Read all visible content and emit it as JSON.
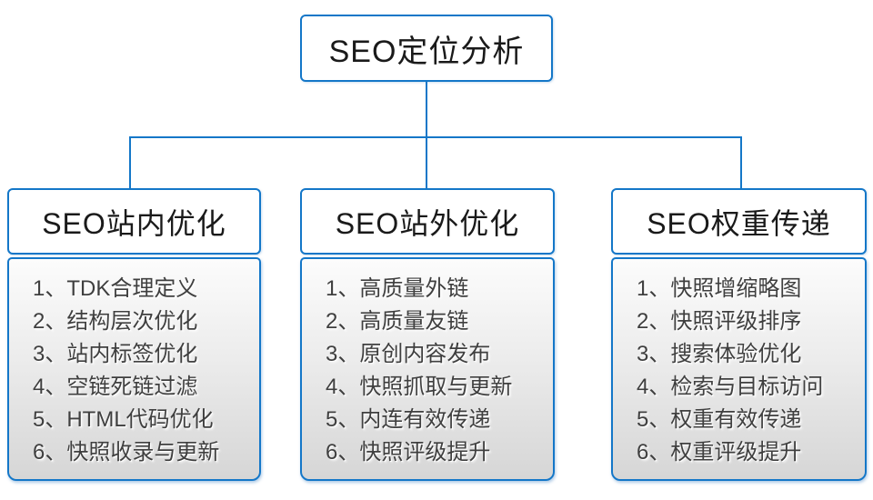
{
  "colors": {
    "line": "#1477c8",
    "title_text": "#1a1a1a",
    "item_text": "#3f3f3f"
  },
  "diagram": {
    "root": {
      "label": "SEO定位分析"
    },
    "columns": [
      {
        "title": "SEO站内优化",
        "items": [
          "1、TDK合理定义",
          "2、结构层次优化",
          "3、站内标签优化",
          "4、空链死链过滤",
          "5、HTML代码优化",
          "6、快照收录与更新"
        ]
      },
      {
        "title": "SEO站外优化",
        "items": [
          "1、高质量外链",
          "2、高质量友链",
          "3、原创内容发布",
          "4、快照抓取与更新",
          "5、内连有效传递",
          "6、快照评级提升"
        ]
      },
      {
        "title": "SEO权重传递",
        "items": [
          "1、快照增缩略图",
          "2、快照评级排序",
          "3、搜索体验优化",
          "4、检索与目标访问",
          "5、权重有效传递",
          "6、权重评级提升"
        ]
      }
    ]
  }
}
